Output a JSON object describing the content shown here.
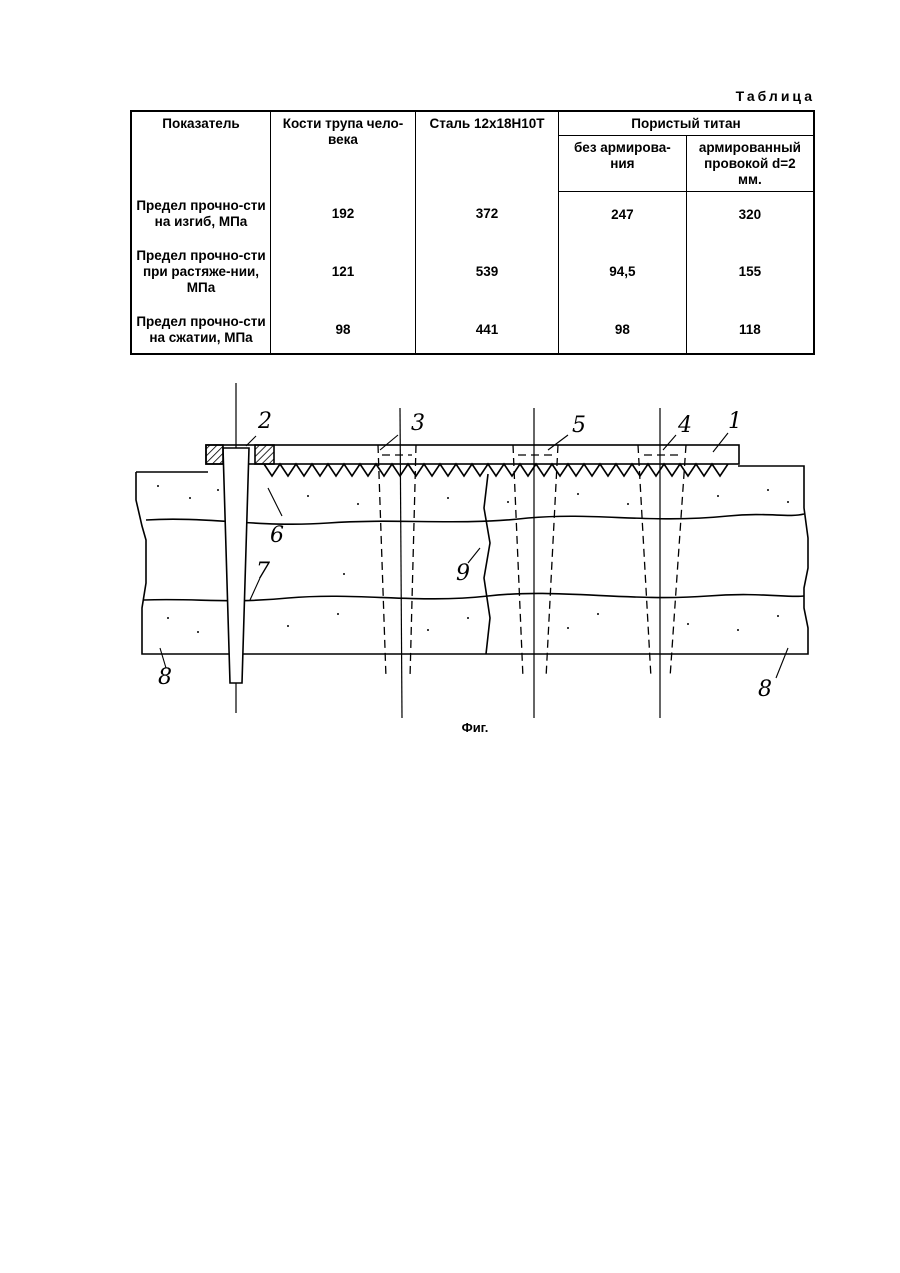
{
  "table": {
    "caption": "Таблица",
    "headers": {
      "indicator": "Показатель",
      "bones": "Кости трупа чело-века",
      "steel": "Сталь 12х18Н10Т",
      "porous_titanium": "Пористый титан",
      "no_reinforcement": "без армирова-ния",
      "reinforced": "армированный провокой d=2 мм."
    },
    "rows": [
      {
        "label": "Предел прочно-сти на изгиб, МПа",
        "bones": "192",
        "steel": "372",
        "no_reinforcement": "247",
        "reinforced": "320"
      },
      {
        "label": "Предел прочно-сти при растяже-нии, МПа",
        "bones": "121",
        "steel": "539",
        "no_reinforcement": "94,5",
        "reinforced": "155"
      },
      {
        "label": "Предел прочно-сти на сжатии, МПа",
        "bones": "98",
        "steel": "441",
        "no_reinforcement": "98",
        "reinforced": "118"
      }
    ]
  },
  "figure": {
    "labels": {
      "l1": "1",
      "l2": "2",
      "l3": "3",
      "l4": "4",
      "l5": "5",
      "l6": "6",
      "l7": "7",
      "l8a": "8",
      "l8b": "8",
      "l9": "9"
    },
    "caption": "Фиг."
  }
}
